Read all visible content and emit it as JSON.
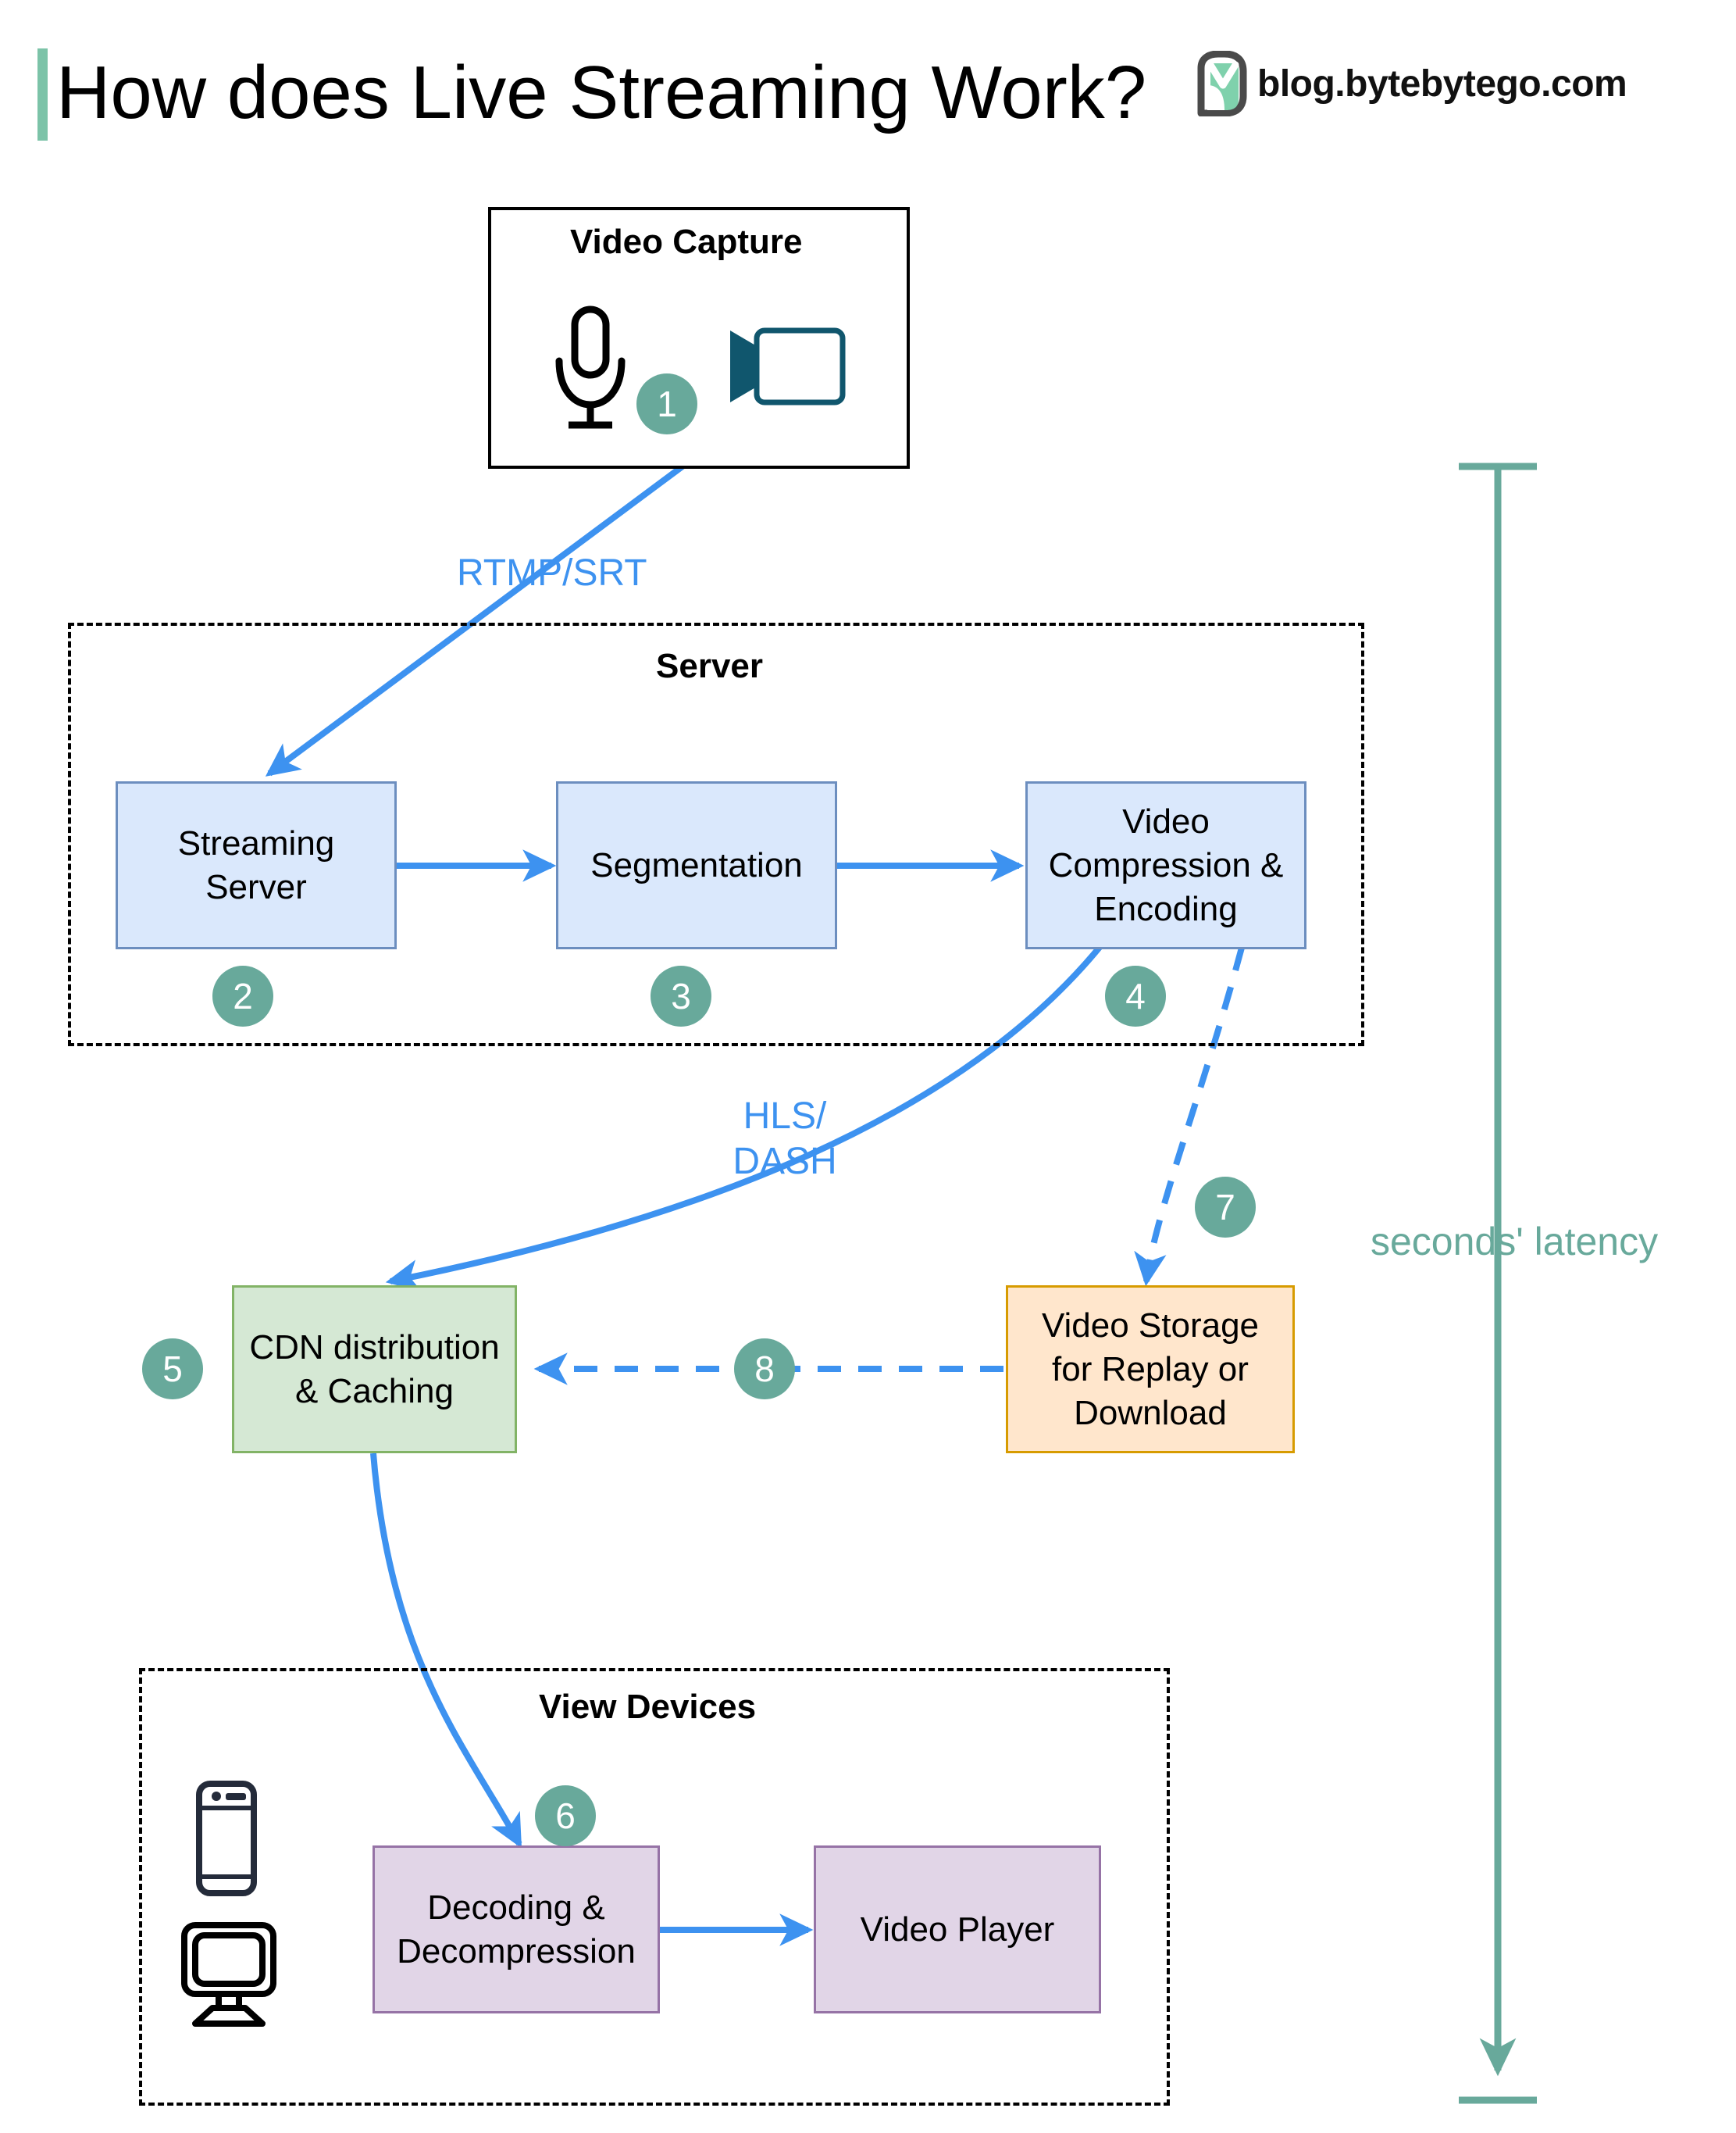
{
  "header": {
    "title": "How does Live Streaming Work?",
    "brand_text": "blog.bytebytego.com",
    "accent_color": "#7cc3a8",
    "logo_icon": "bytebytego-logo-icon"
  },
  "colors": {
    "badge_green": "#68a99b",
    "edge_blue": "#3d92f0",
    "box_blue_fill": "#dae8fc",
    "box_blue_border": "#6c8ebf",
    "box_green_fill": "#d5e8d4",
    "box_green_border": "#82b366",
    "box_orange_fill": "#ffe6cc",
    "box_orange_border": "#d79b00",
    "box_purple_fill": "#e1d5e7",
    "box_purple_border": "#9673a6",
    "latency_green": "#68a99b"
  },
  "groups": {
    "video_capture": {
      "label": "Video Capture"
    },
    "server": {
      "label": "Server"
    },
    "view_devices": {
      "label": "View Devices"
    }
  },
  "nodes": {
    "streaming_server": "Streaming\nServer",
    "segmentation": "Segmentation",
    "video_compression": "Video\nCompression &\nEncoding",
    "cdn": "CDN distribution\n& Caching",
    "video_storage": "Video Storage\nfor Replay or\nDownload",
    "decoding": "Decoding &\nDecompression",
    "video_player": "Video Player"
  },
  "badges": {
    "b1": "1",
    "b2": "2",
    "b3": "3",
    "b4": "4",
    "b5": "5",
    "b6": "6",
    "b7": "7",
    "b8": "8"
  },
  "edge_labels": {
    "rtmp_srt": "RTMP/SRT",
    "hls_dash": "HLS/\nDASH"
  },
  "annotations": {
    "latency": "seconds' latency"
  },
  "icons": {
    "microphone": "microphone-icon",
    "video_camera": "video-camera-icon",
    "mobile_phone": "mobile-phone-icon",
    "desktop_monitor": "desktop-monitor-icon"
  }
}
